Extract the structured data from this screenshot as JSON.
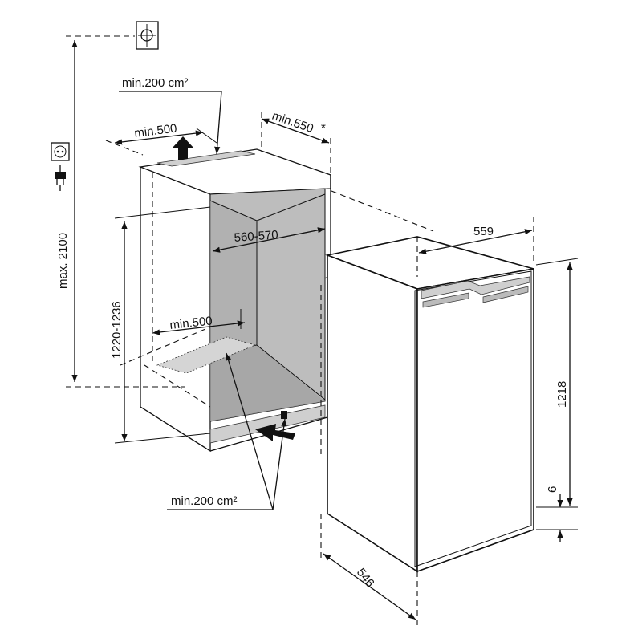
{
  "labels": {
    "vent_top": "min.200 cm²",
    "vent_bottom": "min.200 cm²",
    "depth_top": "min.500",
    "depth_niche": "min.550",
    "asterisk": "*",
    "niche_width": "560-570",
    "floor_depth": "min.500",
    "niche_height": "1220-1236",
    "max_height": "max. 2100",
    "appliance_width": "559",
    "appliance_height": "1218",
    "appliance_gap": "6",
    "appliance_depth": "546"
  },
  "icons": [
    "drilling-target-icon",
    "power-socket-icon",
    "power-plug-icon",
    "airflow-arrow-icon"
  ],
  "colors": {
    "line": "#111111",
    "niche_interior": "#bdbdbd",
    "grille": "#cfcfcf"
  }
}
